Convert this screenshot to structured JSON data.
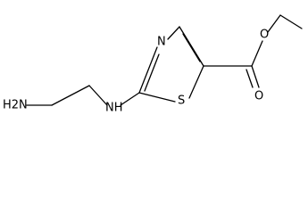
{
  "molecule": {
    "atoms": {
      "amine_n": "H2N",
      "secondary_amine": "NH",
      "ring_n": "N",
      "ring_s": "S",
      "ester_o": "O",
      "carbonyl_o": "O"
    }
  },
  "colors": {
    "bond": "#000000",
    "label": "#000000",
    "background": "#ffffff"
  }
}
